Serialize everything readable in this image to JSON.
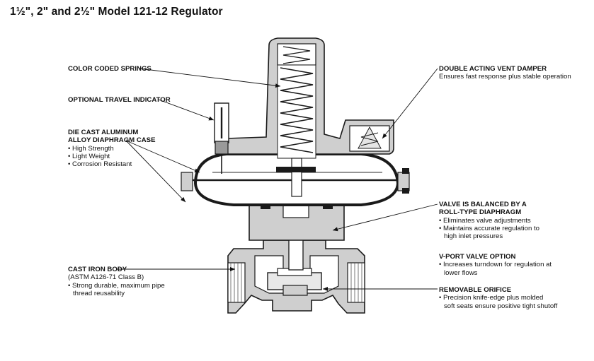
{
  "title": "1½\", 2\" and 2½\" Model 121-12 Regulator",
  "callouts": {
    "springs": {
      "heading": "COLOR CODED SPRINGS"
    },
    "indicator": {
      "heading": "OPTIONAL TRAVEL INDICATOR"
    },
    "case": {
      "heading1": "DIE CAST ALUMINUM",
      "heading2": "ALLOY DIAPHRAGM CASE",
      "bullets": [
        "• High Strength",
        "• Light Weight",
        "• Corrosion Resistant"
      ]
    },
    "body": {
      "heading": "CAST IRON BODY",
      "line2": "(ASTM A126-71 Class B)",
      "line3": "• Strong durable, maximum pipe",
      "line4": "thread reusability"
    },
    "vent": {
      "heading": "DOUBLE ACTING VENT DAMPER",
      "line2": "Ensures fast response plus stable operation"
    },
    "valve": {
      "heading1": "VALVE IS BALANCED BY A",
      "heading2": "ROLL-TYPE DIAPHRAGM",
      "line3": "• Eliminates valve adjustments",
      "line4": "• Maintains accurate regulation to",
      "line5": "high inlet pressures"
    },
    "vport": {
      "heading": "V-PORT VALVE OPTION",
      "line2": "• Increases turndown for regulation at",
      "line3": "lower flows"
    },
    "orifice": {
      "heading": "REMOVABLE ORIFICE",
      "line2": "• Precision knife-edge plus molded",
      "line3": "soft seats ensure positive tight shutoff"
    }
  },
  "colors": {
    "casting": "#cfcfcf",
    "casting_dark": "#9a9a9a",
    "outline": "#1a1a1a",
    "spring": "#ffffff"
  }
}
